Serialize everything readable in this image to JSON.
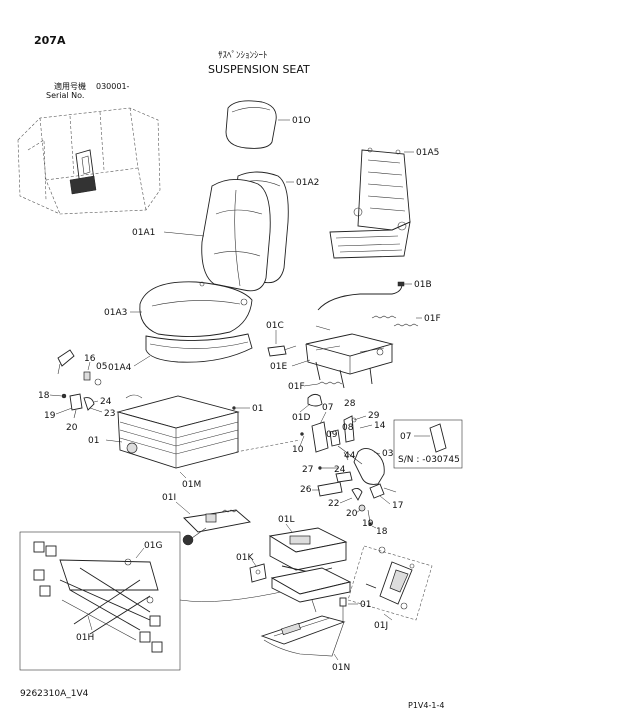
{
  "header": {
    "page_code": "207A",
    "title_jp": "ｻｽﾍﾟﾝｼｮﾝｼｰﾄ",
    "title_en": "SUSPENSION SEAT",
    "serial_label_jp": "適用号機",
    "serial_label_en": "Serial No.",
    "serial_value": "030001-"
  },
  "callouts": {
    "c01O": "01O",
    "c01A5": "01A5",
    "c01A2": "01A2",
    "c01A1": "01A1",
    "c01B": "01B",
    "c01A3": "01A3",
    "c01C": "01C",
    "c01F_top": "01F",
    "c01E": "01E",
    "c01A4": "01A4",
    "c16": "16",
    "c05": "05",
    "c18_left": "18",
    "c24_left": "24",
    "c19_left": "19",
    "c23": "23",
    "c20_left": "20",
    "c01F_mid": "01F",
    "c01D": "01D",
    "c01_mid": "01",
    "c07": "07",
    "c28": "28",
    "c29": "29",
    "c14": "14",
    "c08": "08",
    "c09": "09",
    "c10": "10",
    "c44": "44",
    "c03": "03",
    "c01_left": "01",
    "c01M": "01M",
    "c27": "27",
    "c24_right": "24",
    "c26": "26",
    "c22": "22",
    "c17": "17",
    "c20_right": "20",
    "c19_right": "19",
    "c18_right": "18",
    "c01I": "01I",
    "c01G": "01G",
    "c01L": "01L",
    "c01K": "01K",
    "c01_bottom": "01",
    "c01J": "01J",
    "c01H": "01H",
    "c01N": "01N"
  },
  "inset": {
    "label": "07",
    "sn_text": "S/N : -030745"
  },
  "footer": {
    "drawing_no": "9262310A_1V4",
    "page_ref": "P1V4-1-4"
  }
}
